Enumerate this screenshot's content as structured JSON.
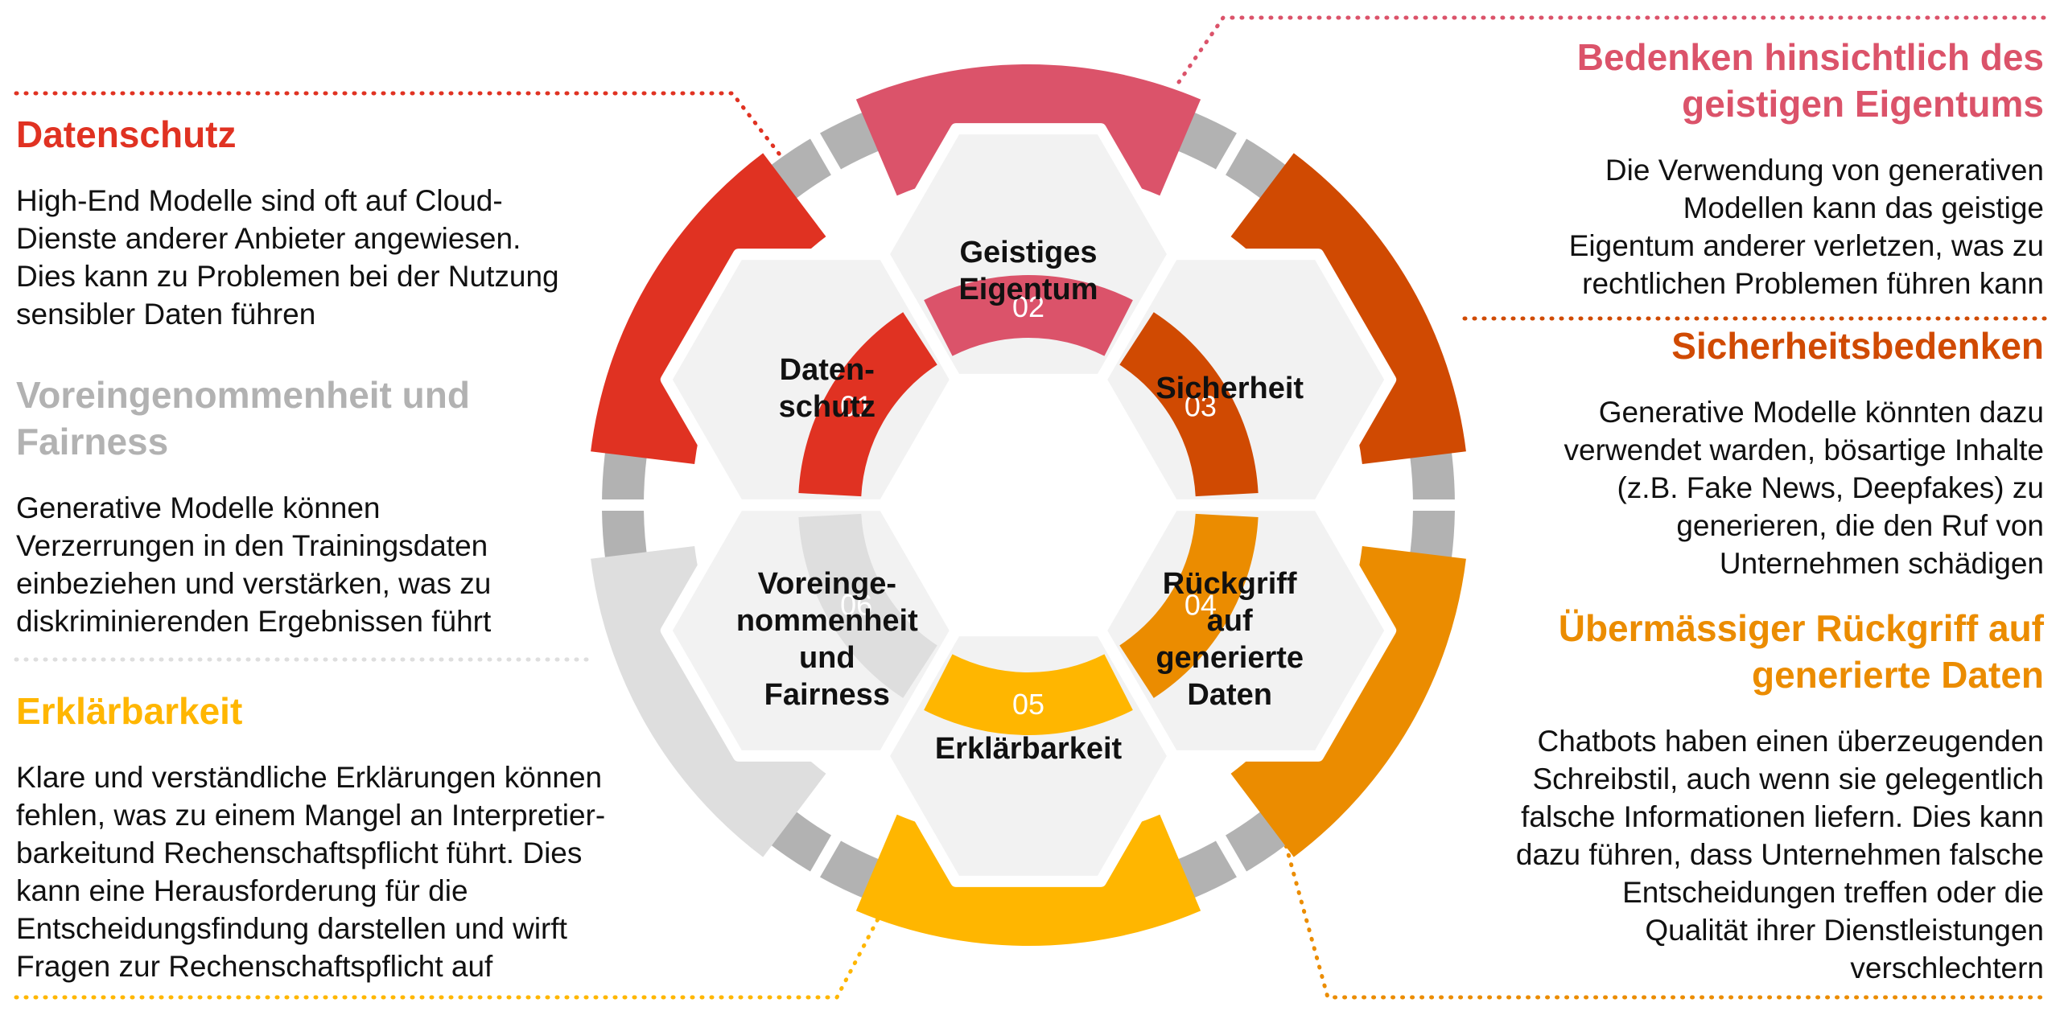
{
  "colors": {
    "c01": "#E03222",
    "c02": "#DB536A",
    "c03": "#D04A02",
    "c04": "#EB8C00",
    "c05": "#FFB600",
    "c06": "#DEDEDE",
    "ring": "#B2B2B2",
    "hex_fill": "#F2F2F2",
    "text": "#111111",
    "muted_title": "#B2B2B2"
  },
  "segments": [
    {
      "number": "01",
      "hex_label": [
        "Daten-",
        "schutz"
      ]
    },
    {
      "number": "02",
      "hex_label": [
        "Geistiges",
        "Eigentum"
      ]
    },
    {
      "number": "03",
      "hex_label": [
        "Sicherheit"
      ]
    },
    {
      "number": "04",
      "hex_label": [
        "Rückgriff",
        "auf",
        "generierte",
        "Daten"
      ]
    },
    {
      "number": "05",
      "hex_label": [
        "Erklärbarkeit"
      ]
    },
    {
      "number": "06",
      "hex_label": [
        "Voreinge-",
        "nommenheit",
        "und",
        "Fairness"
      ]
    }
  ],
  "blocks": {
    "datenschutz": {
      "title": "Datenschutz",
      "lines": [
        "High-End Modelle sind oft auf Cloud-",
        "Dienste anderer Anbieter angewiesen.",
        "Dies kann zu Problemen bei der Nutzung",
        "sensibler Daten führen"
      ]
    },
    "voreingenommenheit": {
      "title_lines": [
        "Voreingenommenheit und",
        "Fairness"
      ],
      "lines": [
        "Generative Modelle können",
        "Verzerrungen in den Trainingsdaten",
        "einbeziehen und verstärken, was zu",
        "diskriminierenden Ergebnissen führt"
      ]
    },
    "erklaerbarkeit": {
      "title": "Erklärbarkeit",
      "lines": [
        "Klare und verständliche Erklärungen können",
        "fehlen, was zu einem Mangel an Interpretier-",
        "barkeitund Rechenschaftspflicht führt. Dies",
        "kann eine Herausforderung für die",
        "Entscheidungsfindung darstellen und wirft",
        "Fragen zur Rechenschaftspflicht auf"
      ]
    },
    "eigentum": {
      "title_lines": [
        "Bedenken hinsichtlich des",
        "geistigen Eigentums"
      ],
      "lines": [
        "Die Verwendung von generativen",
        "Modellen kann das geistige",
        "Eigentum anderer verletzen, was zu",
        "rechtlichen Problemen führen kann"
      ]
    },
    "sicherheit": {
      "title": "Sicherheitsbedenken",
      "lines": [
        "Generative Modelle könnten dazu",
        "verwendet warden, bösartige Inhalte",
        "(z.B. Fake News, Deepfakes) zu",
        "generieren, die den Ruf von",
        "Unternehmen schädigen"
      ]
    },
    "rueckgriff": {
      "title_lines": [
        "Übermässiger Rückgriff auf",
        "generierte Daten"
      ],
      "lines": [
        "Chatbots haben einen überzeugenden",
        "Schreibstil, auch wenn sie gelegentlich",
        "falsche Informationen liefern. Dies kann",
        "dazu führen, dass Unternehmen falsche",
        "Entscheidungen treffen oder die",
        "Qualität ihrer Dienstleistungen",
        "verschlechtern"
      ]
    }
  }
}
